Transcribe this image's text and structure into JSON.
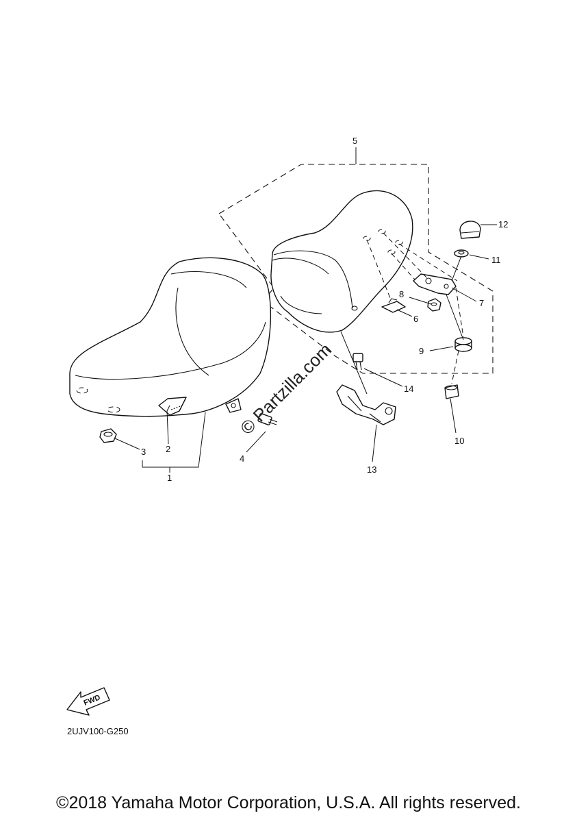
{
  "callouts": {
    "c1": "1",
    "c2": "2",
    "c3": "3",
    "c4": "4",
    "c5": "5",
    "c6": "6",
    "c7": "7",
    "c8": "8",
    "c9": "9",
    "c10": "10",
    "c11": "11",
    "c12": "12",
    "c13": "13",
    "c14": "14"
  },
  "watermark": "© Partzilla.com",
  "fwd_label": "FWD",
  "diagram_code": "2UJV100-G250",
  "copyright": "©2018 Yamaha Motor Corporation, U.S.A. All rights reserved."
}
